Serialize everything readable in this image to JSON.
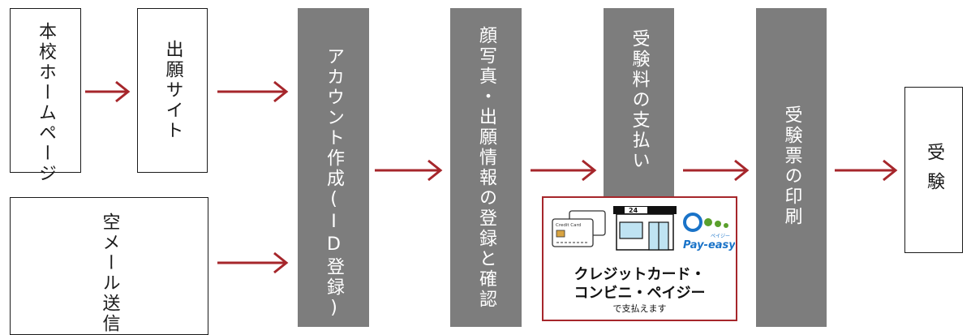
{
  "steps": {
    "homepage": "本校ホームページ",
    "site": "出願サイト",
    "email": "空メール送信",
    "account": "アカウント作成(ID登録)",
    "register": "顔写真・出願情報の登録と確認",
    "payment": "受験料の支払い",
    "print": "受験票の印刷",
    "exam": "受験"
  },
  "payment_panel": {
    "methods_line1": "クレジットカード・",
    "methods_line2": "コンビニ・ペイジー",
    "subtitle": "で支払えます",
    "card_label": "Credit Card",
    "store_number": "24",
    "payeasy_logo_text": "Pay-easy",
    "payeasy_kana": "ペイジー"
  },
  "colors": {
    "arrow": "#a6262b",
    "gray_box": "#7d7d7d",
    "panel_border": "#a6262b",
    "payeasy_blue": "#1a73c8",
    "payeasy_green": "#5aa02c"
  }
}
